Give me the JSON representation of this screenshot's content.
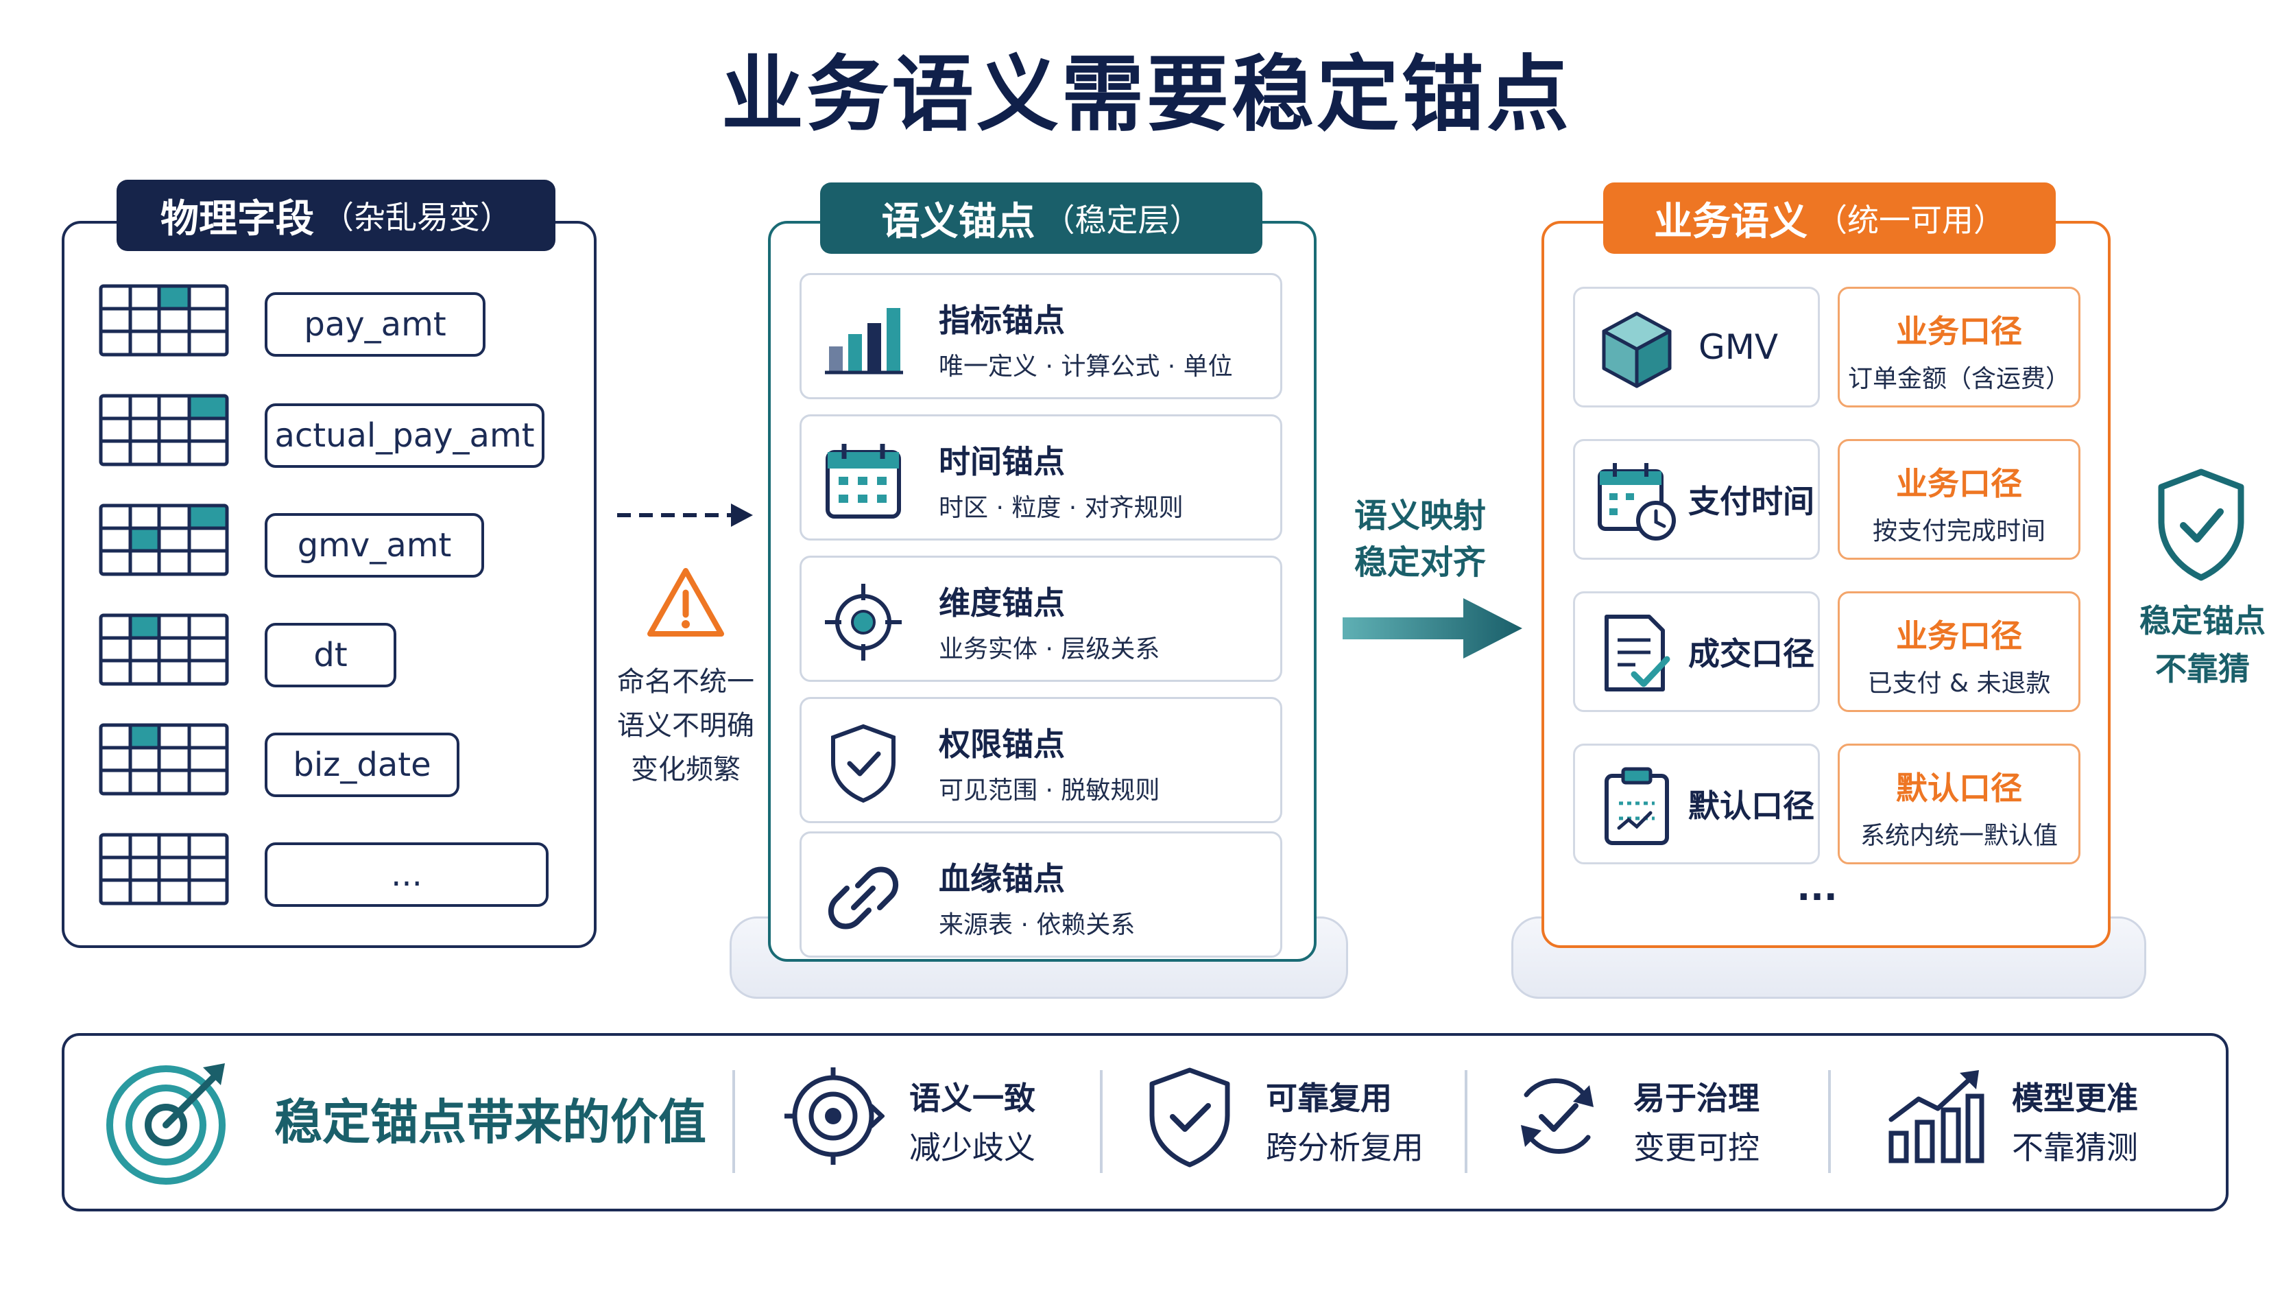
{
  "title": "业务语义需要稳定锚点",
  "left_panel": {
    "tab_main": "物理字段",
    "tab_sub": "（杂乱易变）",
    "fields": [
      "pay_amt",
      "actual_pay_amt",
      "gmv_amt",
      "dt",
      "biz_date",
      "..."
    ]
  },
  "warning_note": [
    "命名不统一",
    "语义不明确",
    "变化频繁"
  ],
  "mid_panel": {
    "tab_main": "语义锚点",
    "tab_sub": "（稳定层）",
    "anchors": [
      {
        "title": "指标锚点",
        "desc": "唯一定义 · 计算公式 · 单位",
        "icon": "bar-chart-icon"
      },
      {
        "title": "时间锚点",
        "desc": "时区 · 粒度 · 对齐规则",
        "icon": "calendar-icon"
      },
      {
        "title": "维度锚点",
        "desc": "业务实体 · 层级关系",
        "icon": "crosshair-icon"
      },
      {
        "title": "权限锚点",
        "desc": "可见范围 · 脱敏规则",
        "icon": "shield-check-icon"
      },
      {
        "title": "血缘锚点",
        "desc": "来源表 · 依赖关系",
        "icon": "link-icon"
      }
    ]
  },
  "mapping_note": [
    "语义映射",
    "稳定对齐"
  ],
  "right_panel": {
    "tab_main": "业务语义",
    "tab_sub": "（统一可用）",
    "rows": [
      {
        "label": "GMV",
        "icon": "cube-icon",
        "kj_title": "业务口径",
        "kj_desc": "订单金额（含运费）"
      },
      {
        "label": "支付时间",
        "icon": "calendar-clock-icon",
        "kj_title": "业务口径",
        "kj_desc": "按支付完成时间"
      },
      {
        "label": "成交口径",
        "icon": "checklist-icon",
        "kj_title": "业务口径",
        "kj_desc": "已支付 & 未退款"
      },
      {
        "label": "默认口径",
        "icon": "clipboard-icon",
        "kj_title": "默认口径",
        "kj_desc": "系统内统一默认值"
      }
    ],
    "more": "···"
  },
  "side_note": [
    "稳定锚点",
    "不靠猜"
  ],
  "bottom": {
    "title": "稳定锚点带来的价值",
    "values": [
      {
        "a": "语义一致",
        "b": "减少歧义",
        "icon": "target-icon"
      },
      {
        "a": "可靠复用",
        "b": "跨分析复用",
        "icon": "shield-check-icon"
      },
      {
        "a": "易于治理",
        "b": "变更可控",
        "icon": "refresh-check-icon"
      },
      {
        "a": "模型更准",
        "b": "不靠猜测",
        "icon": "growth-chart-icon"
      }
    ]
  },
  "colors": {
    "navy": "#16244a",
    "teal": "#1a5f6a",
    "orange": "#ee7623"
  }
}
